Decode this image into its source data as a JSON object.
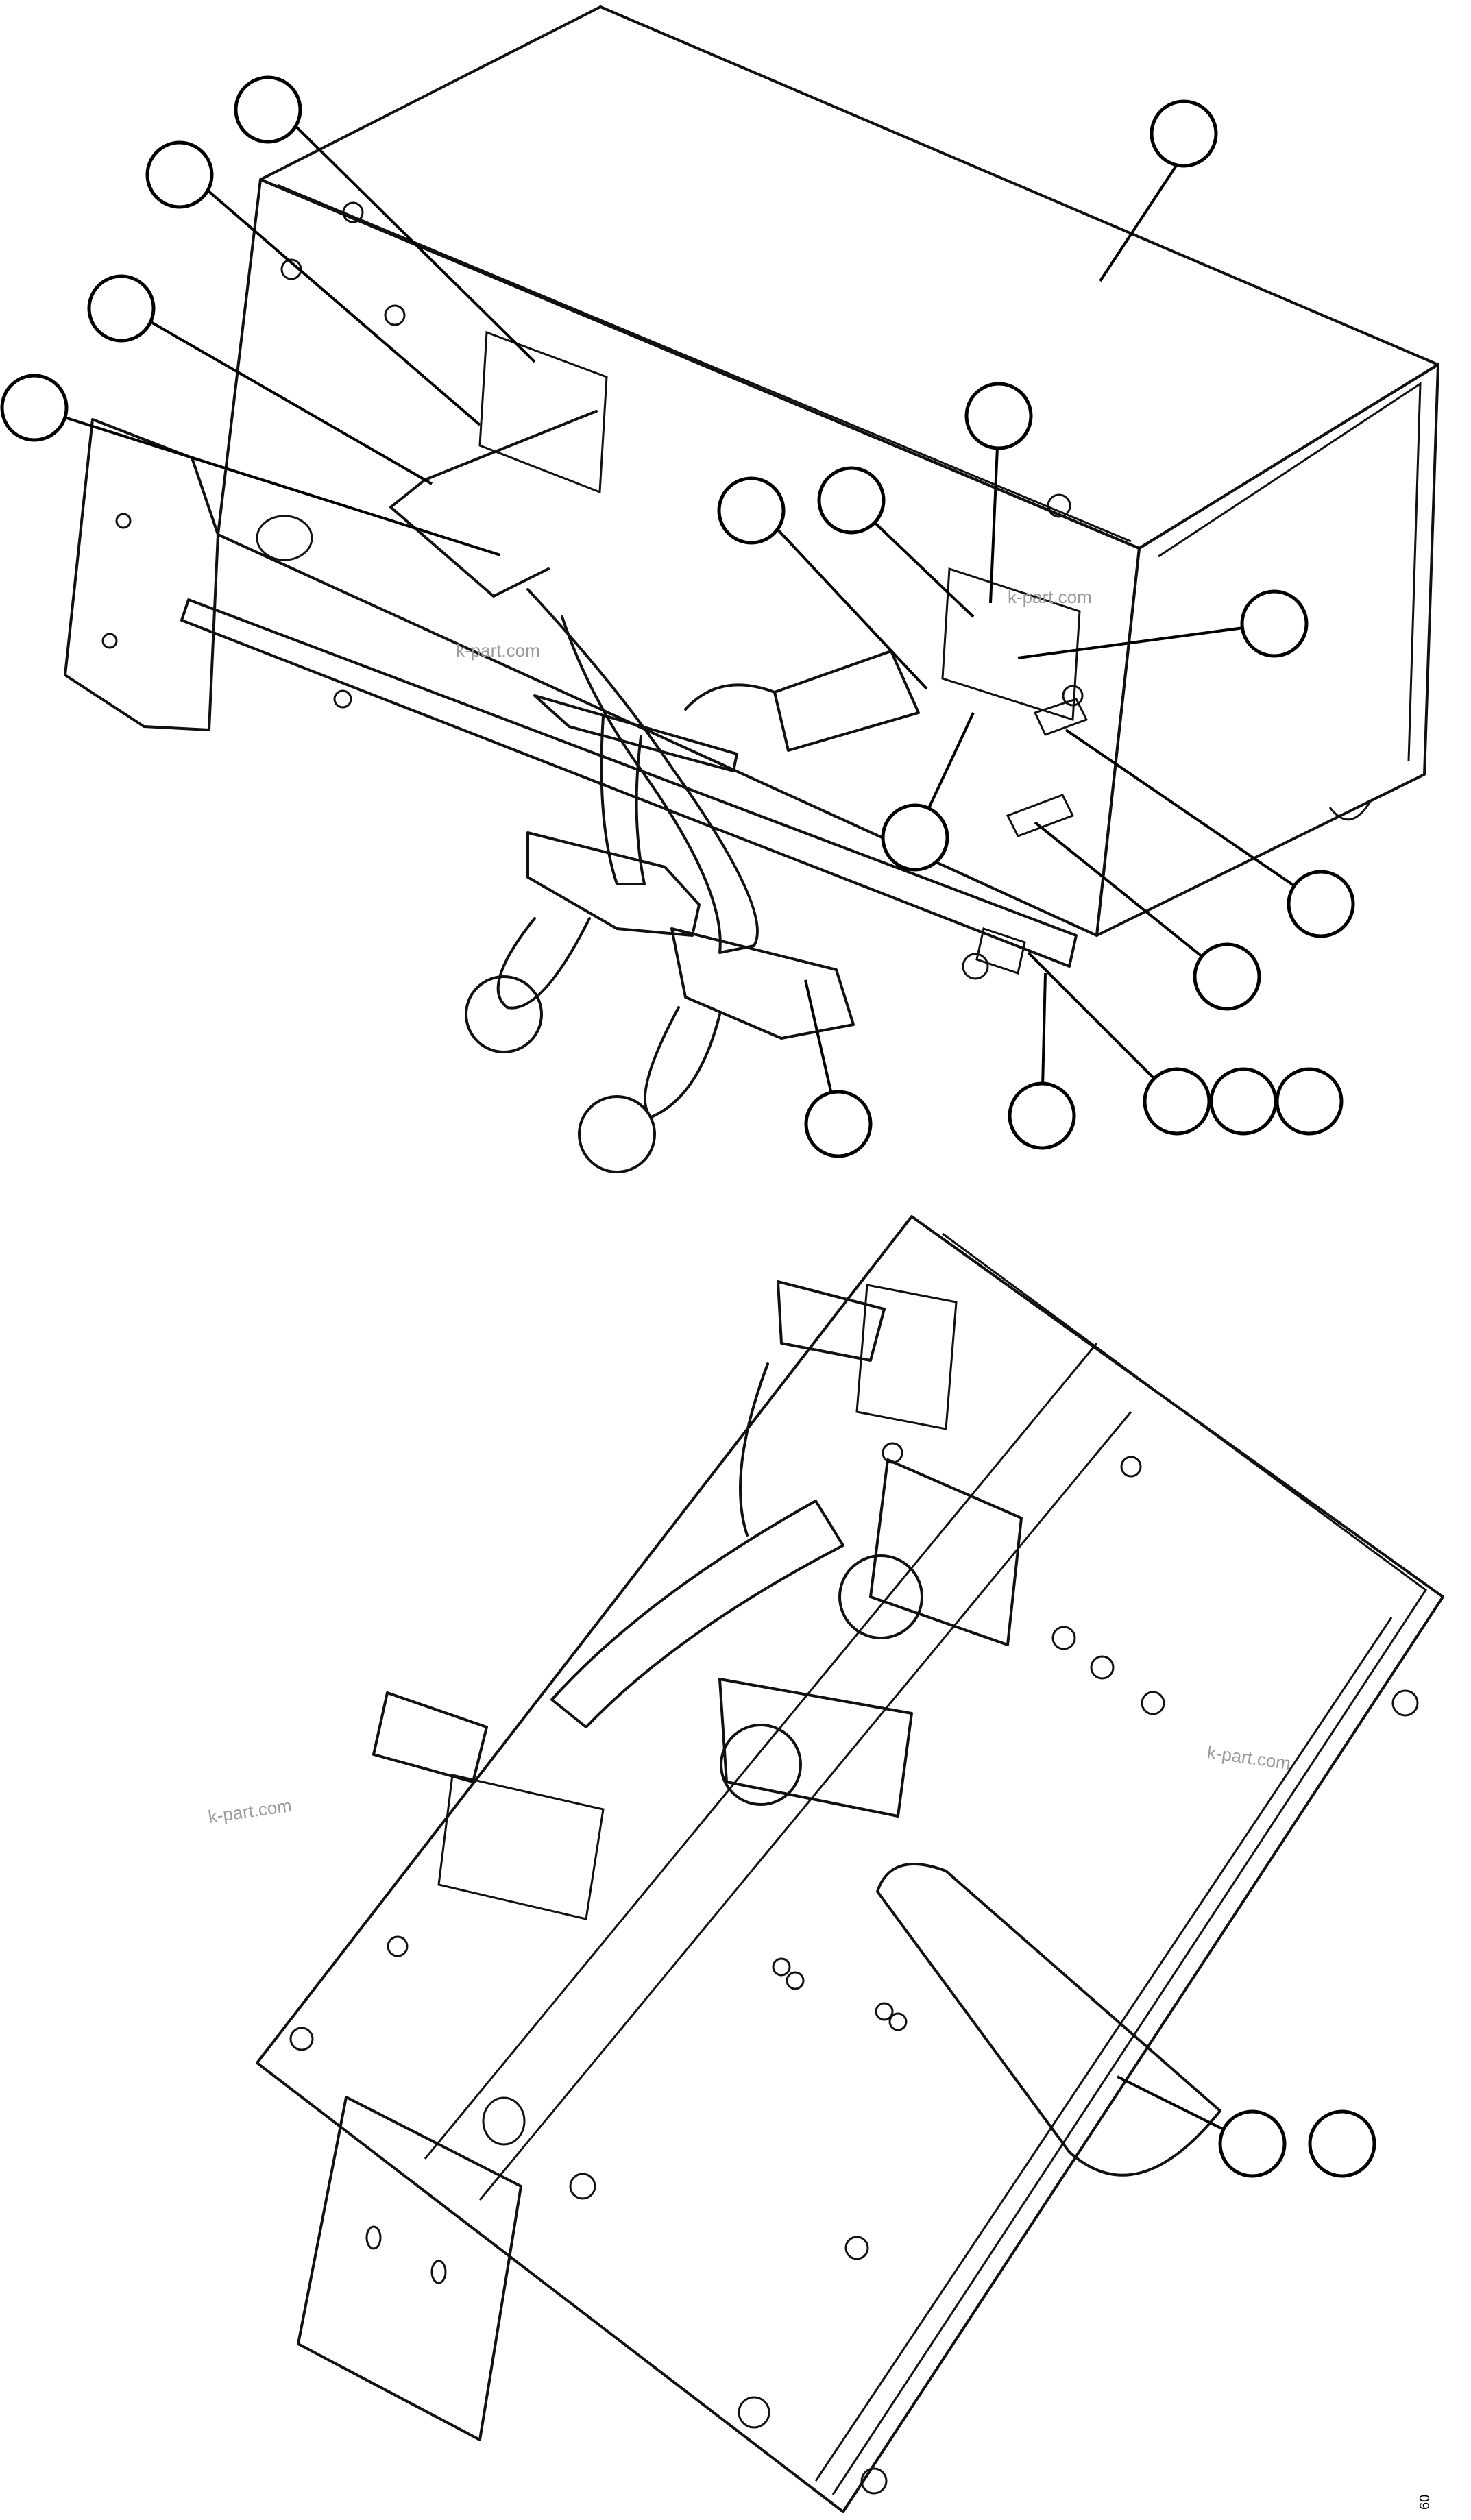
{
  "watermarks": [
    "k-part.com",
    "k-part.com",
    "k-part.com",
    "k-part.com"
  ],
  "figure_code": "60",
  "colors": {
    "line": "#111111",
    "watermark": "#9a9a9a",
    "background": "#ffffff"
  }
}
